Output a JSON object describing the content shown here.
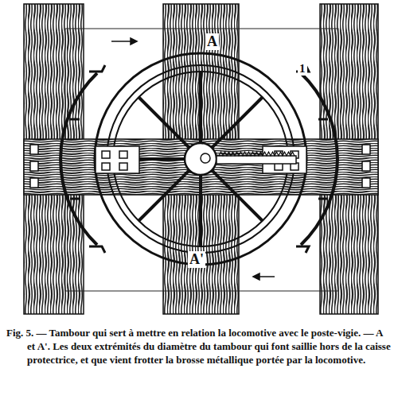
{
  "diagram": {
    "caption": "Fig. 5. — Tambour qui sert à mettre en relation la locomotive avec le poste-vigie. — A et A'. Les deux extrémités du diamètre du tambour qui font saillie hors de la caisse protectrice, et que vient frotter la brosse métallique portée par la locomotive.",
    "labels": [
      "A",
      "A'",
      "1"
    ]
  }
}
